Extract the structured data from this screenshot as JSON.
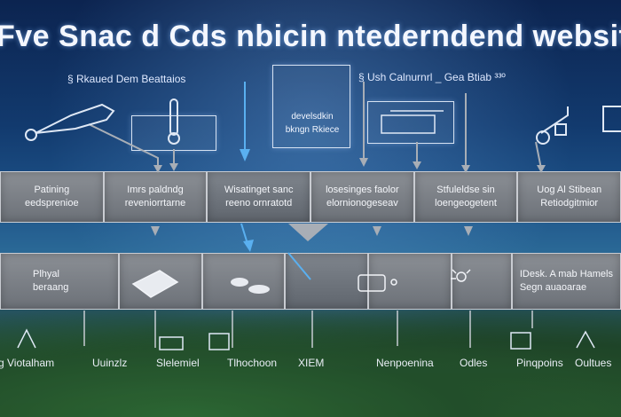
{
  "title": "Fve Snac d  Cds nbicin ntederndend  website",
  "subtitles": {
    "left": "§  Rkaued   Dem Beattaios",
    "right": "§  Ush Calnurnrl   _ Gea Btiab ³³º"
  },
  "panels": {
    "center_text": "develsdkin\nbkngn  Rkiece"
  },
  "row1": [
    {
      "text": "Patining\needsprenioe"
    },
    {
      "text": "Imrs paldndg\nreveniorrtarne"
    },
    {
      "text": "Wisatinget sanc\nreeno ornratotd"
    },
    {
      "text": "losesinges faolor\nelornionogeseav"
    },
    {
      "text": "Stfuleldse sin\nloengeogetent"
    },
    {
      "text": "Uog Al Stibean\nRetiodgitmior"
    }
  ],
  "row2": [
    {
      "text": "Plhyal\nberaang"
    },
    {
      "text": ""
    },
    {
      "text": ""
    },
    {
      "text": ""
    },
    {
      "text": ""
    },
    {
      "text": ""
    },
    {
      "text": "IDesk. A mab Hamels\nSegn auaoarae"
    }
  ],
  "bottom_labels": [
    "g Viotalham",
    "Uuinzlz",
    "Slelemiel",
    "Tlhochoon",
    "XIEM",
    "Nenpoenina",
    "Odles",
    "Pinqpoins",
    "Oultues"
  ],
  "colors": {
    "accent": "#4aa0e8",
    "box": "#7a7f86",
    "border": "#c9ccd2",
    "arrow": "#9aa0a8"
  },
  "icons": {
    "left_tool": "wrench-icon",
    "right_tool": "microscope-icon",
    "far_right": "monitor-icon",
    "thermometer": "thermometer-icon",
    "tablet": "tablet-icon",
    "camera": "camera-icon",
    "gear": "gear-icon"
  }
}
